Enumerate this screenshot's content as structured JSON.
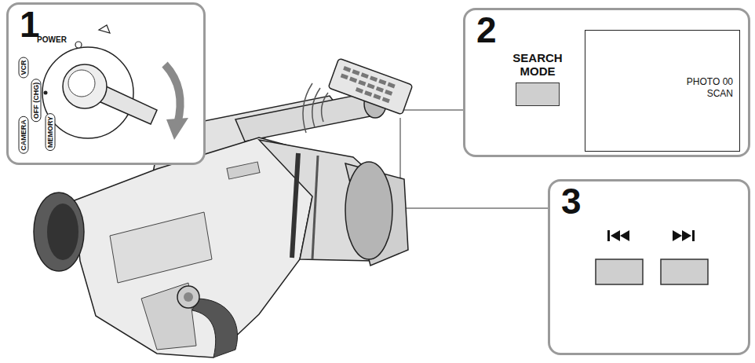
{
  "diagram": {
    "nodes": [
      {
        "text": [
          "1"
        ]
      },
      {
        "text": [
          "2"
        ]
      },
      {
        "text": [
          "SEARCH MODE"
        ],
        "in": 1
      },
      {
        "text": [
          "PHOTO 00 SCAN"
        ],
        "in": 1
      },
      {
        "text": [
          "3"
        ]
      }
    ],
    "labels": [
      "POWER",
      "VCR",
      "OFF (CHG)",
      "CAMERA",
      "MEMORY"
    ]
  }
}
